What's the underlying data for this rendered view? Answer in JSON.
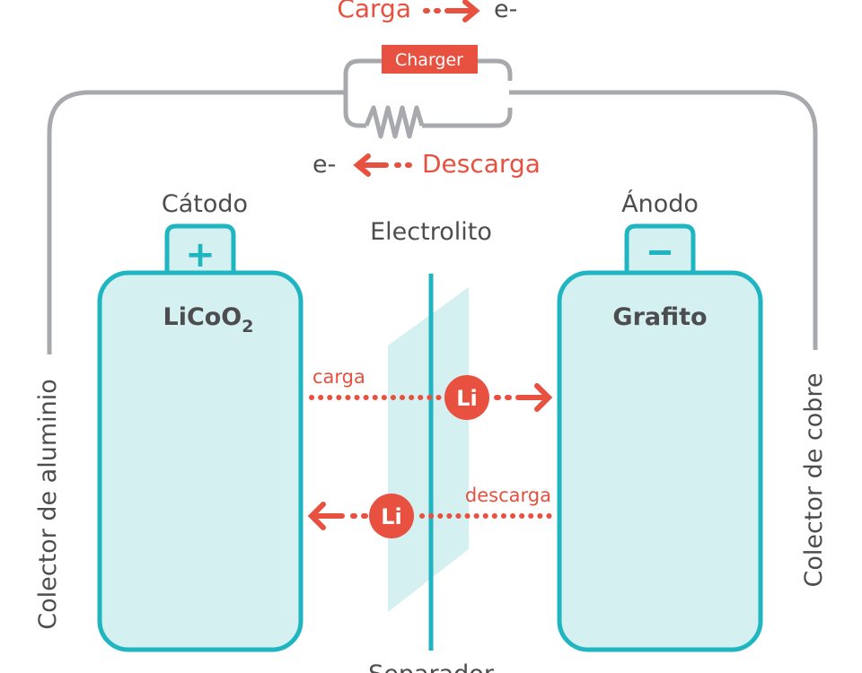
{
  "colors": {
    "accent_red": "#e8503f",
    "teal": "#1fb5c1",
    "teal_fill": "#d4f0f1",
    "wire_gray": "#a7a9ac",
    "text": "#4d4d4f"
  },
  "top": {
    "carga_label": "Carga",
    "electron_top": "e-",
    "charger_label": "Charger",
    "electron_bottom": "e-",
    "descarga_label": "Descarga"
  },
  "cathode": {
    "title": "Cátodo",
    "sign": "+",
    "material": "LiCoO",
    "subscript": "2",
    "collector": "Colector de aluminio"
  },
  "anode": {
    "title": "Ánodo",
    "sign": "−",
    "material": "Grafito",
    "collector": "Colector de cobre"
  },
  "middle": {
    "electrolyte": "Electrolito",
    "separator": "Separador",
    "charge_label": "carga",
    "discharge_label": "descarga",
    "ion": "Li"
  }
}
